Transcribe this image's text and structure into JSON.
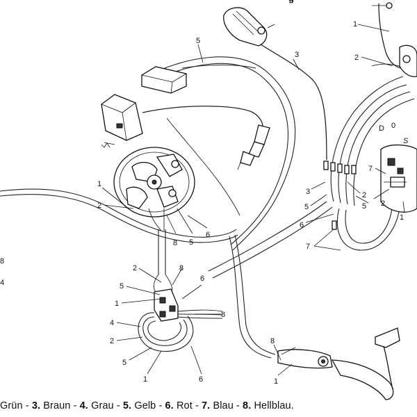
{
  "header": {
    "partial_title": "g"
  },
  "legend": [
    {
      "num": "",
      "sep_before": "",
      "name": "Grün"
    },
    {
      "num": "3.",
      "sep_before": " - ",
      "name": "Braun"
    },
    {
      "num": "4.",
      "sep_before": " - ",
      "name": "Grau"
    },
    {
      "num": "5.",
      "sep_before": " - ",
      "name": "Gelb"
    },
    {
      "num": "6.",
      "sep_before": " - ",
      "name": "Rot"
    },
    {
      "num": "7.",
      "sep_before": " - ",
      "name": "Blau"
    },
    {
      "num": "8.",
      "sep_before": " - ",
      "name": "Hellblau."
    }
  ],
  "callouts": {
    "c1": "1",
    "c2": "2",
    "c3": "3",
    "c4": "5",
    "c5": "1",
    "c6": "2",
    "c7": "8",
    "c8": "5",
    "c9": "6",
    "c10": "2",
    "c11": "8",
    "c12": "5",
    "c13": "6",
    "c14": "1",
    "c15": "8",
    "c16": "4",
    "c17": "2",
    "c18": "5",
    "c19": "1",
    "c20": "6",
    "c21": "8",
    "c22": "1",
    "c23": "3",
    "c24": "5",
    "c25": "6",
    "c26": "7",
    "c27": "2",
    "c28": "5",
    "c29": "7",
    "c30": "D",
    "c31": "0",
    "c32": "S",
    "c33": "1",
    "c34": "2",
    "c35": "8",
    "c36": "4"
  }
}
